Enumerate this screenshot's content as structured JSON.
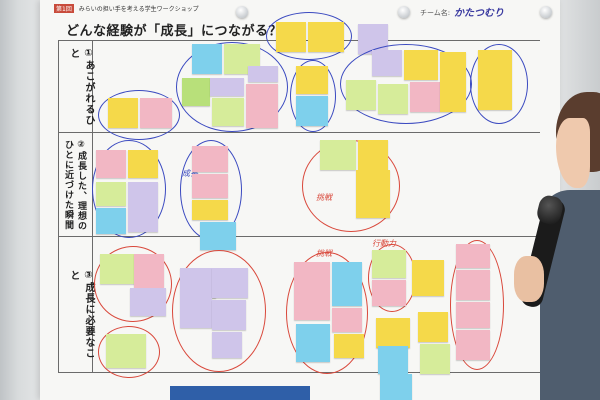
{
  "board": {
    "header": "みらいの担い手を考える学生ワークショップ",
    "badge": "第1回",
    "title": "どんな経験が「成長」につながる？",
    "team_label": "チーム名:",
    "team_name": "かたつむり"
  },
  "rows": [
    {
      "label": "①あこがれるひと"
    },
    {
      "label": "②成長した、理想のひとに近づけた瞬間"
    },
    {
      "label": "③成長に必要なこと"
    }
  ],
  "annotations": {
    "red_1": "挑戦",
    "red_2": "行動力",
    "red_3": "挑戦",
    "blue_1": "成長"
  }
}
